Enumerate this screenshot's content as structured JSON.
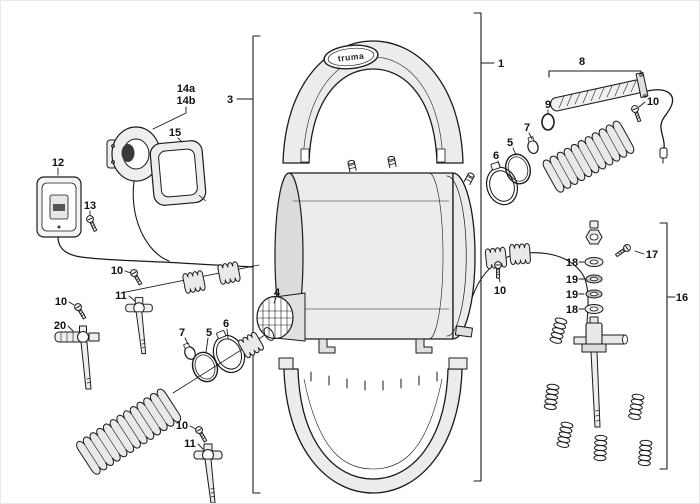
{
  "figure": {
    "type": "exploded-parts-diagram",
    "brand_logo": "truma",
    "callouts": {
      "c1": "1",
      "c3": "3",
      "c4": "4",
      "c5": "5",
      "c6": "6",
      "c7": "7",
      "c8": "8",
      "c9": "9",
      "c10": "10",
      "c11": "11",
      "c12": "12",
      "c13": "13",
      "c14a": "14a",
      "c14b": "14b",
      "c15": "15",
      "c16": "16",
      "c17": "17",
      "c18": "18",
      "c19": "19",
      "c20": "20"
    }
  },
  "colors": {
    "line": "#1a1a1a",
    "part_fill": "#ececec",
    "background": "#ffffff"
  }
}
